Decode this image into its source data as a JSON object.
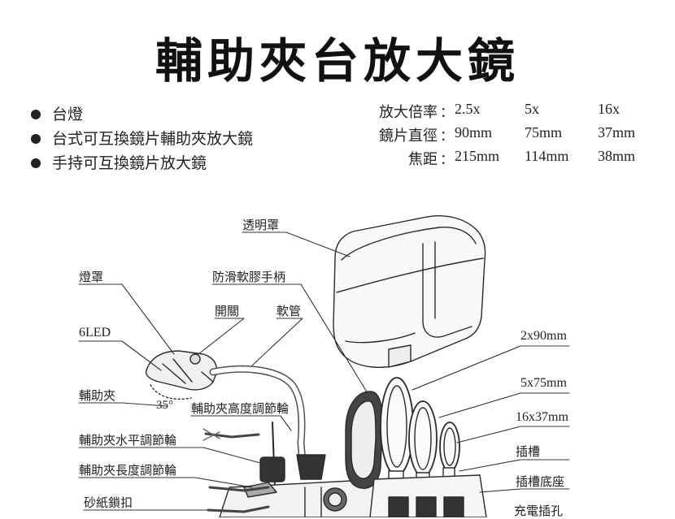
{
  "title": "輔助夾台放大鏡",
  "features": [
    "台燈",
    "台式可互換鏡片輔助夾放大鏡",
    "手持可互換鏡片放大鏡"
  ],
  "specs": [
    {
      "label": "放大倍率",
      "colon": "：",
      "values": [
        "2.5x",
        "5x",
        "16x"
      ]
    },
    {
      "label": "鏡片直徑",
      "colon": "：",
      "values": [
        "90mm",
        "75mm",
        "37mm"
      ]
    },
    {
      "label": "焦距",
      "colon": "：",
      "values": [
        "215mm",
        "114mm",
        "38mm"
      ]
    }
  ],
  "callouts": {
    "transparent_cover": "透明罩",
    "lamp_shade": "燈罩",
    "grip": "防滑軟膠手柄",
    "switch": "開關",
    "hose": "軟管",
    "led": "6LED",
    "clip": "輔助夾",
    "angle": "35°",
    "clip_height": "輔助夾高度調節輪",
    "clip_horizontal": "輔助夾水平調節輪",
    "clip_length": "輔助夾長度調節輪",
    "sandpaper_lock": "砂紙鎖扣",
    "lens_90": "2x90mm",
    "lens_75": "5x75mm",
    "lens_37": "16x37mm",
    "slot": "插槽",
    "slot_base": "插槽底座",
    "charge_port": "充電插孔"
  }
}
